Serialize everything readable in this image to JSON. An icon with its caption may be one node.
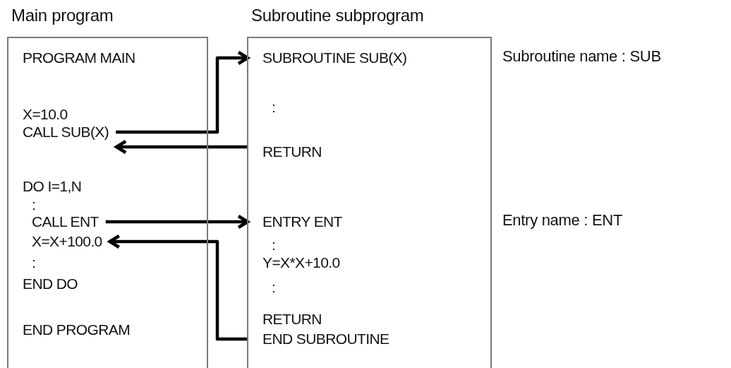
{
  "diagram": {
    "nodes": [
      {
        "text": [
          "Main program"
        ]
      },
      {
        "text": [
          "PROGRAM MAIN"
        ],
        "in": 0
      },
      {
        "text": [
          "X=10.0"
        ],
        "in": 0
      },
      {
        "text": [
          "CALL SUB(X)"
        ],
        "in": 0
      },
      {
        "text": [
          "DO I=1,N"
        ],
        "in": 0
      },
      {
        "text": [
          ":"
        ],
        "in": 0
      },
      {
        "text": [
          "CALL ENT"
        ],
        "in": 0
      },
      {
        "text": [
          "X=X+100.0"
        ],
        "in": 0
      },
      {
        "text": [
          ":"
        ],
        "in": 0
      },
      {
        "text": [
          "END DO"
        ],
        "in": 0
      },
      {
        "text": [
          "END PROGRAM"
        ],
        "in": 0
      },
      {
        "text": [
          "Subroutine subprogram"
        ]
      },
      {
        "text": [
          "SUBROUTINE SUB(X)"
        ],
        "in": 11
      },
      {
        "text": [
          ":"
        ],
        "in": 11
      },
      {
        "text": [
          "RETURN"
        ],
        "in": 11
      },
      {
        "text": [
          "ENTRY ENT"
        ],
        "in": 11
      },
      {
        "text": [
          ":"
        ],
        "in": 11
      },
      {
        "text": [
          "Y=X*X+10.0"
        ],
        "in": 11
      },
      {
        "text": [
          ":"
        ],
        "in": 11
      },
      {
        "text": [
          "RETURN"
        ],
        "in": 11
      },
      {
        "text": [
          "END SUBROUTINE"
        ],
        "in": 11
      }
    ],
    "edges": [
      {
        "from": 3,
        "to": 12,
        "arrow": "to"
      },
      {
        "from": 14,
        "to": 3,
        "arrow": "to"
      },
      {
        "from": 6,
        "to": 15,
        "arrow": "to"
      },
      {
        "from": 20,
        "to": 7,
        "arrow": "to"
      }
    ],
    "labels": [
      "Subroutine name : SUB",
      "Entry name : ENT"
    ]
  }
}
